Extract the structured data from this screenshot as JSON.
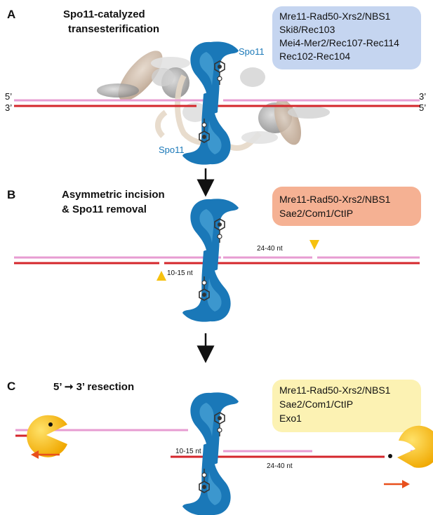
{
  "colors": {
    "blue_box": "#c5d5f0",
    "salmon_box": "#f5b193",
    "yellow_box": "#fcf2b3",
    "spo11_blue": "#1a78b8",
    "strand_red": "#d4262b",
    "strand_pink": "#e79cd2",
    "arrow_orange": "#e8501c",
    "nuclease_yellow": "#f6c10f",
    "incision_marker": "#f6c10f"
  },
  "panel_a": {
    "letter": "A",
    "title_lines": [
      "Spo11-catalyzed",
      "transesterification"
    ],
    "protein_box": [
      "Mre11-Rad50-Xrs2/NBS1",
      "Ski8/Rec103",
      "Mei4-Mer2/Rec107-Rec114",
      "Rec102-Rec104"
    ],
    "left_ends": [
      "5’",
      "3’"
    ],
    "right_ends": [
      "3’",
      "5’"
    ],
    "spo11_top_label": "Spo11",
    "spo11_bottom_label": "Spo11"
  },
  "panel_b": {
    "letter": "B",
    "title_lines": [
      "Asymmetric incision",
      "& Spo11 removal"
    ],
    "protein_box": [
      "Mre11-Rad50-Xrs2/NBS1",
      "Sae2/Com1/CtIP"
    ],
    "long_tract_label": "24-40 nt",
    "short_tract_label": "10-15 nt"
  },
  "panel_c": {
    "letter": "C",
    "title": "5’ ➞ 3’ resection",
    "protein_box": [
      "Mre11-Rad50-Xrs2/NBS1",
      "Sae2/Com1/CtIP",
      "Exo1"
    ],
    "short_tract_label": "10-15 nt",
    "long_tract_label": "24-40 nt"
  },
  "icons": [
    "spo11-dimer-icon",
    "tyrosine-adduct-icon",
    "nuclease-pacman-icon",
    "resection-direction-arrow-icon",
    "step-arrow-icon",
    "incision-site-marker-icon"
  ]
}
